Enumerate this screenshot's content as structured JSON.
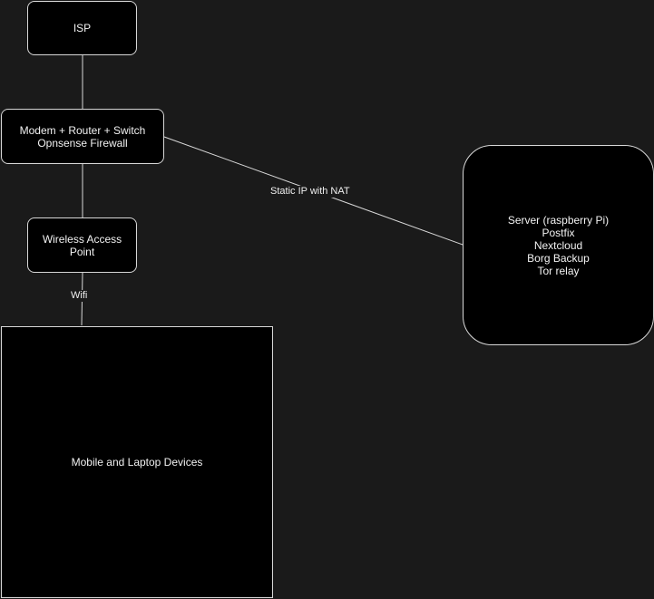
{
  "diagram": {
    "nodes": {
      "isp": {
        "lines": [
          "ISP"
        ]
      },
      "router": {
        "lines": [
          "Modem + Router + Switch",
          "Opnsense Firewall"
        ]
      },
      "wap": {
        "lines": [
          "Wireless Access",
          "Point"
        ]
      },
      "devices": {
        "lines": [
          "Mobile and Laptop Devices"
        ]
      },
      "server": {
        "lines": [
          "Server (raspberry Pi)",
          "Postfix",
          "Nextcloud",
          "Borg Backup",
          "Tor relay"
        ]
      }
    },
    "edges": {
      "router_server": {
        "label": "Static IP with NAT"
      },
      "wap_devices": {
        "label": "Wifi"
      }
    },
    "colors": {
      "background": "#1a1a1a",
      "node_fill": "#000000",
      "stroke": "#d8d8d8",
      "text": "#f2f2f2"
    }
  }
}
